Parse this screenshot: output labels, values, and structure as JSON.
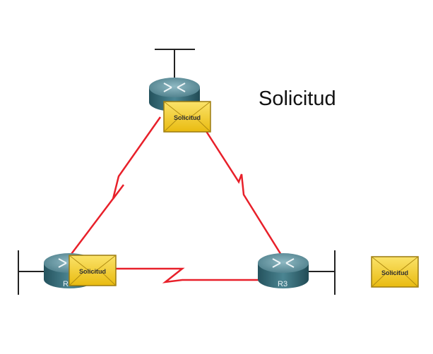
{
  "title": "Solicitud",
  "routers": [
    {
      "id": "top",
      "label": ""
    },
    {
      "id": "left",
      "label": "R"
    },
    {
      "id": "right",
      "label": "R3"
    }
  ],
  "packets": [
    {
      "id": "packet-top",
      "label": "Solicitud"
    },
    {
      "id": "packet-left",
      "label": "Solicitud"
    },
    {
      "id": "packet-right",
      "label": "Solicitud"
    }
  ],
  "colors": {
    "link": "#e8202a",
    "router_top": "#5f8f9c",
    "router_side": "#2f6370",
    "packet_fill": "#f5d21a",
    "packet_border": "#9a7a10"
  }
}
